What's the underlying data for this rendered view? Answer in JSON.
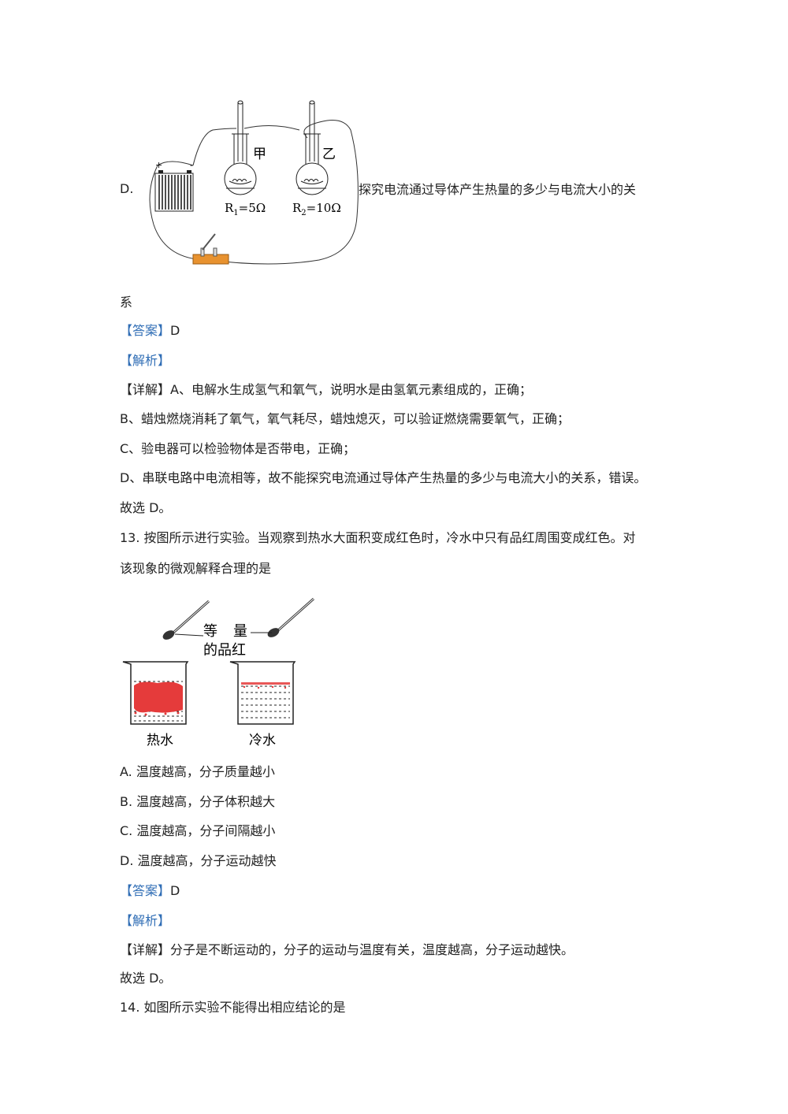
{
  "option_d": {
    "label": "D.",
    "text_line1": "探究电流通过导体产生热量的多少与电流大小的关",
    "text_line2": "系",
    "figure": {
      "bulb1_label": "甲",
      "bulb2_label": "乙",
      "r1_label": "R",
      "r1_sub": "1",
      "r1_value": "=5Ω",
      "r2_label": "R",
      "r2_sub": "2",
      "r2_value": "=10Ω",
      "plus": "+",
      "minus": "-"
    }
  },
  "q12": {
    "answer_tag": "【答案】",
    "answer": "D",
    "analysis_tag": "【解析】",
    "detail_tag": "【详解】",
    "detail_a": "A、电解水生成氢气和氧气，说明水是由氢氧元素组成的，正确；",
    "detail_b": "B、蜡烛燃烧消耗了氧气，氧气耗尽，蜡烛熄灭，可以验证燃烧需要氧气，正确；",
    "detail_c": "C、验电器可以检验物体是否带电，正确；",
    "detail_d": "D、串联电路中电流相等，故不能探究电流通过导体产生热量的多少与电流大小的关系，错误。",
    "conclusion": "故选 D。"
  },
  "q13": {
    "stem_line1": "13. 按图所示进行实验。当观察到热水大面积变成红色时，冷水中只有品红周围变成红色。对",
    "stem_line2": "该现象的微观解释合理的是",
    "figure": {
      "label_top_1": "等",
      "label_top_2": "量",
      "label_bottom": "的品红",
      "hot_label": "热水",
      "cold_label": "冷水"
    },
    "options": [
      "A. 温度越高，分子质量越小",
      "B. 温度越高，分子体积越大",
      "C. 温度越高，分子间隔越小",
      "D. 温度越高，分子运动越快"
    ],
    "answer_tag": "【答案】",
    "answer": "D",
    "analysis_tag": "【解析】",
    "detail_tag": "【详解】",
    "detail": "分子是不断运动的，分子的运动与温度有关，温度越高，分子运动越快。",
    "conclusion": "故选 D。"
  },
  "q14": {
    "stem": "14. 如图所示实验不能得出相应结论的是"
  },
  "colors": {
    "tag_blue": "#2f6db5",
    "red_dye": "#e53b3b",
    "switch_orange": "#e8922f"
  }
}
